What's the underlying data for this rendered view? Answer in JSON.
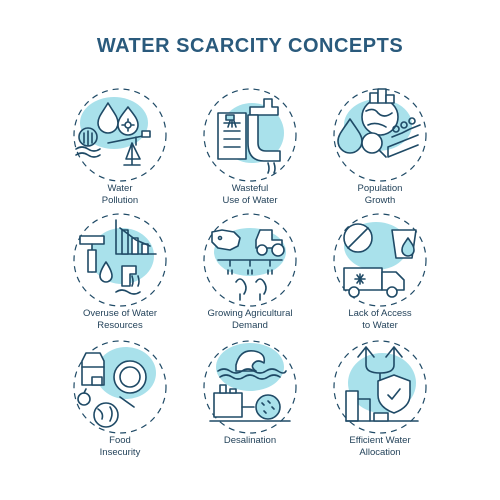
{
  "title": "WATER SCARCITY CONCEPTS",
  "concepts": [
    {
      "line1": "Water",
      "line2": "Pollution",
      "icon": "factory-pollution-icon"
    },
    {
      "line1": "Wasteful",
      "line2": "Use of Water",
      "icon": "shower-faucet-icon"
    },
    {
      "line1": "Population",
      "line2": "Growth",
      "icon": "globe-people-icon"
    },
    {
      "line1": "Overuse of Water",
      "line2": "Resources",
      "icon": "hammer-chart-icon"
    },
    {
      "line1": "Growing Agricultural",
      "line2": "Demand",
      "icon": "cow-tractor-icon"
    },
    {
      "line1": "Lack of Access",
      "line2": "to Water",
      "icon": "no-water-truck-icon"
    },
    {
      "line1": "Food",
      "line2": "Insecurity",
      "icon": "food-plate-icon"
    },
    {
      "line1": "Desalination",
      "line2": "",
      "icon": "wave-plant-icon"
    },
    {
      "line1": "Efficient Water",
      "line2": "Allocation",
      "icon": "pipes-shield-icon"
    }
  ]
}
